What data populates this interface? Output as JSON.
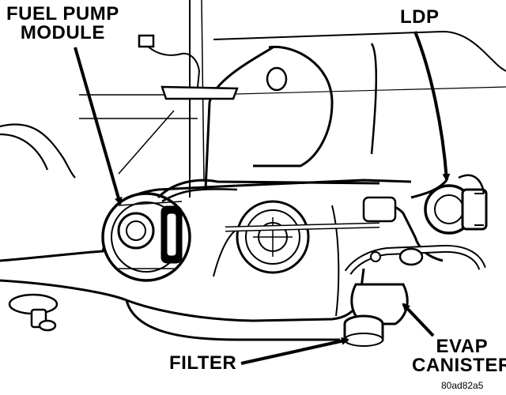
{
  "labels": {
    "fuel_pump_module_line1": "FUEL PUMP",
    "fuel_pump_module_line2": "MODULE",
    "ldp": "LDP",
    "filter": "FILTER",
    "evap_line1": "EVAP",
    "evap_line2": "CANISTER",
    "figure_code": "80ad82a5"
  },
  "colors": {
    "ink": "#000000",
    "paper": "#ffffff"
  }
}
